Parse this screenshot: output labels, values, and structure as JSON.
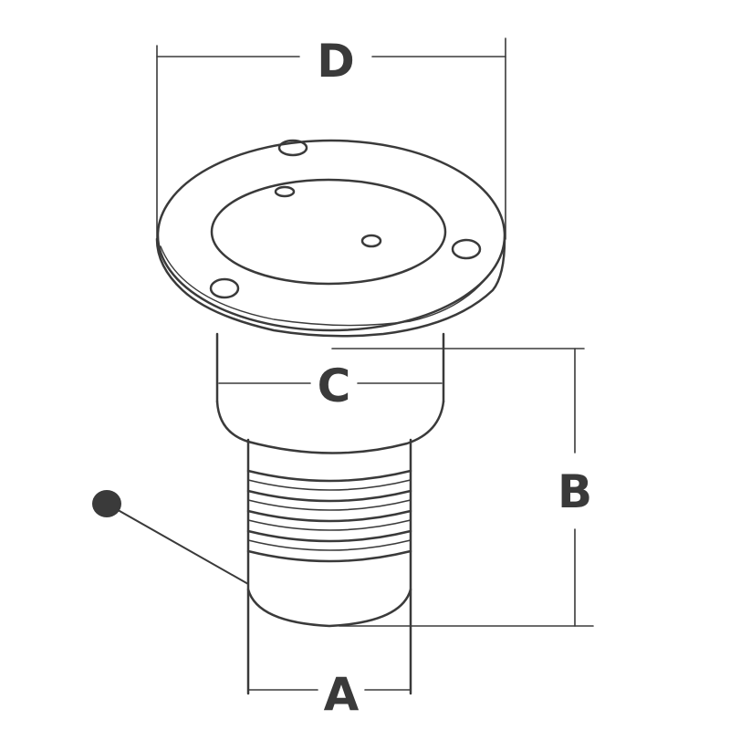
{
  "dimensions": {
    "a": "A",
    "b": "B",
    "c": "C",
    "d": "D"
  },
  "colors": {
    "stroke": "#3a3a3a",
    "background": "#ffffff"
  }
}
